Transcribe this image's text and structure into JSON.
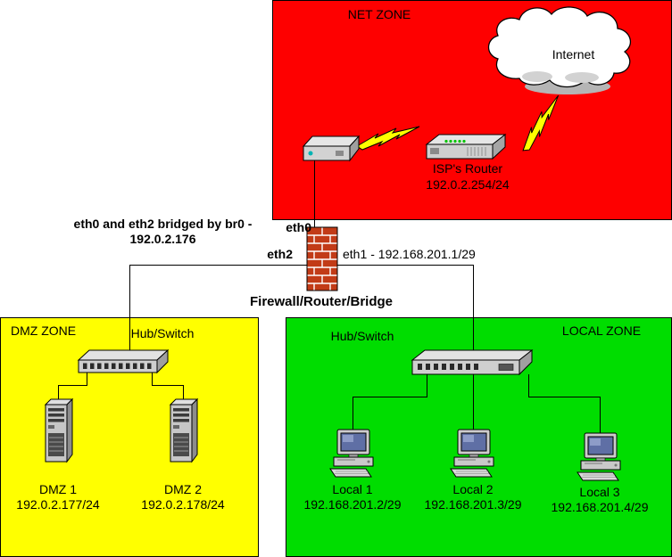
{
  "zones": {
    "net": {
      "label": "NET ZONE"
    },
    "dmz": {
      "label": "DMZ ZONE"
    },
    "local": {
      "label": "LOCAL ZONE"
    }
  },
  "net": {
    "internet_label": "Internet",
    "isp_router_label": "ISP's Router",
    "isp_router_ip": "192.0.2.254/24"
  },
  "firewall": {
    "title": "Firewall/Router/Bridge",
    "eth0_label": "eth0",
    "eth2_label": "eth2",
    "eth1_label": "eth1",
    "eth1_ip": "- 192.168.201.1/29",
    "bridge_note_line1": "eth0 and eth2 bridged by br0 -",
    "bridge_note_line2": "192.0.2.176"
  },
  "dmz": {
    "hub_label": "Hub/Switch",
    "hosts": [
      {
        "name": "DMZ 1",
        "ip": "192.0.2.177/24"
      },
      {
        "name": "DMZ 2",
        "ip": "192.0.2.178/24"
      }
    ]
  },
  "local": {
    "hub_label": "Hub/Switch",
    "hosts": [
      {
        "name": "Local 1",
        "ip": "192.168.201.2/29"
      },
      {
        "name": "Local 2",
        "ip": "192.168.201.3/29"
      },
      {
        "name": "Local 3",
        "ip": "192.168.201.4/29"
      }
    ]
  },
  "colors": {
    "net_zone": "#fe0000",
    "dmz_zone": "#ffff00",
    "local_zone": "#00dd00",
    "lightning": "#ffff00",
    "brick": "#c23b17"
  }
}
